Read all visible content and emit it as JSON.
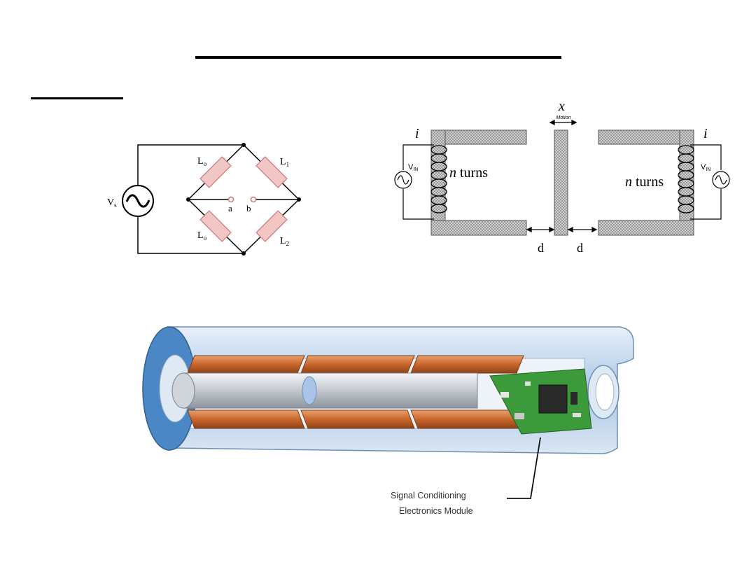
{
  "bridge": {
    "source_label": "V",
    "source_sub": "s",
    "l0_top_label": "L",
    "l0_top_sub": "o",
    "l1_label": "L",
    "l1_sub": "1",
    "l0_bottom_label": "L",
    "l0_bottom_sub": "o",
    "l2_label": "L",
    "l2_sub": "2",
    "node_a": "a",
    "node_b": "b"
  },
  "transformer": {
    "x_label": "x",
    "motion_label": "Motion",
    "current_left": "i",
    "current_right": "i",
    "vin_left": "V",
    "vin_left_sub": "IN",
    "vin_right": "V",
    "vin_right_sub": "IN",
    "n_left": "n",
    "turns_left": "turns",
    "n_right": "n",
    "turns_right": "turns",
    "gap_left": "d",
    "gap_right": "d"
  },
  "lvdt": {
    "callout_line1": "Signal Conditioning",
    "callout_line2": "Electronics Module"
  },
  "colors": {
    "inductor_fill": "#f3c6c6",
    "inductor_stroke": "#c87878",
    "copper": "#c8662c",
    "tube_blue": "#8fb4dc",
    "pcb_green": "#3d9a3a"
  }
}
